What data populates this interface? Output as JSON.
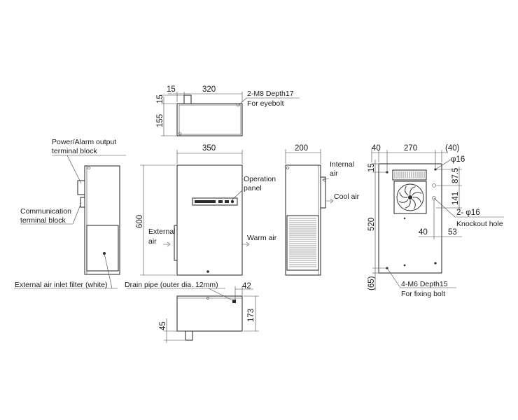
{
  "labels": {
    "power_alarm_line1": "Power/Alarm output",
    "power_alarm_line2": "terminal block",
    "communication_line1": "Communication",
    "communication_line2": "terminal block",
    "external_air_filter": "External air inlet filter (white)",
    "drain_pipe": "Drain pipe (outer dia. 12mm)",
    "eyebolt_line1": "2-M8 Depth17",
    "eyebolt_line2": "For eyebolt",
    "operation_panel_line1": "Operation",
    "operation_panel_line2": "panel",
    "external_air_line1": "External",
    "external_air_line2": "air",
    "warm_air": "Warm air",
    "internal_air_line1": "Internal",
    "internal_air_line2": "air",
    "cool_air": "Cool air",
    "knockout_line1": "2- φ16",
    "knockout_line2": "Knockout hole",
    "phi16": "φ16",
    "fixing_line1": "4-M6 Depth15",
    "fixing_line2": "For fixing bolt"
  },
  "dims": {
    "top_15_h": "15",
    "top_320": "320",
    "top_15_v": "15",
    "top_155": "155",
    "front_350": "350",
    "front_600": "600",
    "side_200": "200",
    "back_40_left": "40",
    "back_270": "270",
    "back_40_right": "(40)",
    "back_15": "15",
    "back_87_5": "87.5",
    "back_141": "141",
    "back_520": "520",
    "back_40_mid": "40",
    "back_53": "53",
    "back_65": "(65)",
    "bottom_42": "42",
    "bottom_173": "173",
    "bottom_45": "45"
  }
}
